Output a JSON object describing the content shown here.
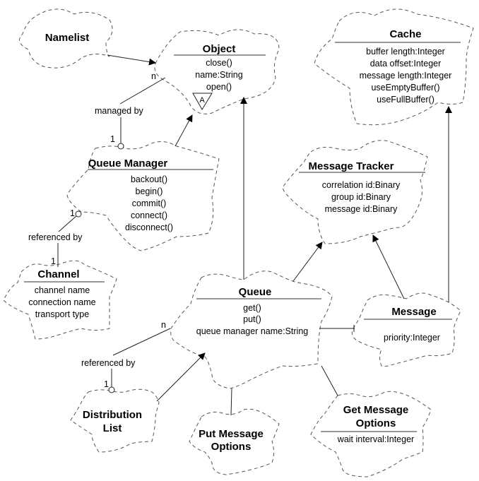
{
  "diagram": {
    "classes": {
      "namelist": {
        "title": "Namelist"
      },
      "object": {
        "title": "Object",
        "members": [
          "close()",
          "name:String",
          "open()"
        ],
        "abstract_marker": "A"
      },
      "cache": {
        "title": "Cache",
        "members": [
          "buffer length:Integer",
          "data offset:Integer",
          "message length:Integer",
          "useEmptyBuffer()",
          "useFullBuffer()"
        ]
      },
      "queue_manager": {
        "title": "Queue Manager",
        "members": [
          "backout()",
          "begin()",
          "commit()",
          "connect()",
          "disconnect()"
        ]
      },
      "message_tracker": {
        "title": "Message Tracker",
        "members": [
          "correlation id:Binary",
          "group id:Binary",
          "message id:Binary"
        ]
      },
      "channel": {
        "title": "Channel",
        "members": [
          "channel name",
          "connection name",
          "transport type"
        ]
      },
      "queue": {
        "title": "Queue",
        "members": [
          "get()",
          "put()",
          "queue manager name:String"
        ]
      },
      "message": {
        "title": "Message",
        "members": [
          "priority:Integer"
        ]
      },
      "distribution_list": {
        "title_lines": [
          "Distribution",
          "List"
        ]
      },
      "put_message_options": {
        "title_lines": [
          "Put Message",
          "Options"
        ]
      },
      "get_message_options": {
        "title_lines": [
          "Get Message",
          "Options"
        ],
        "members": [
          "wait interval:Integer"
        ]
      }
    },
    "associations": {
      "qm_object": {
        "label": "managed by",
        "mult_object_end": "n",
        "mult_qm_end": "1"
      },
      "channel_qm": {
        "label": "referenced by",
        "mult_qm_end": "1",
        "mult_channel_end": "1"
      },
      "dl_queue": {
        "label": "referenced by",
        "mult_queue_end": "n",
        "mult_dl_end": "1"
      }
    }
  }
}
